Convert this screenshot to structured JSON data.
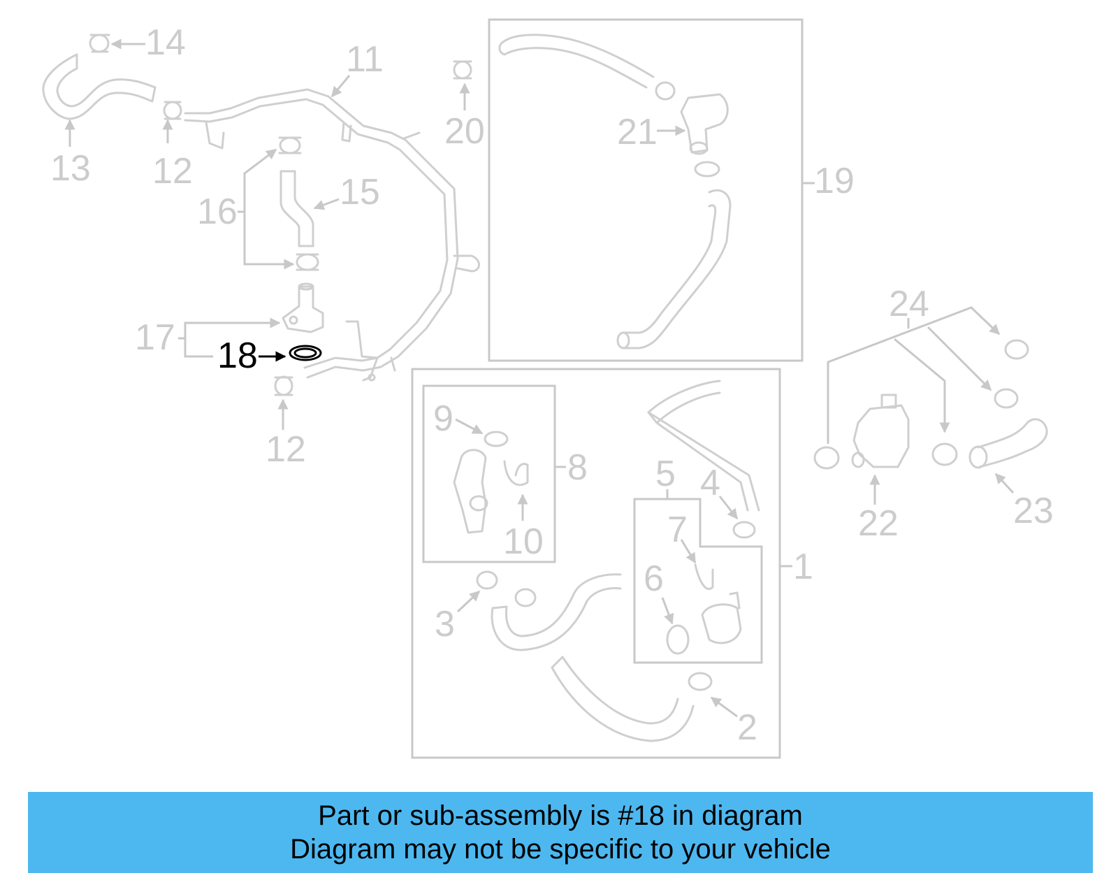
{
  "diagram": {
    "callouts": {
      "c1": "1",
      "c2": "2",
      "c3": "3",
      "c4": "4",
      "c5": "5",
      "c6": "6",
      "c7": "7",
      "c8": "8",
      "c9": "9",
      "c10": "10",
      "c11": "11",
      "c12a": "12",
      "c12b": "12",
      "c13": "13",
      "c14": "14",
      "c15": "15",
      "c16": "16",
      "c17": "17",
      "c18": "18",
      "c19": "19",
      "c20": "20",
      "c21": "21",
      "c22": "22",
      "c23": "23",
      "c24": "24"
    },
    "highlighted_part": "18",
    "colors": {
      "part_line": "#cfcfcf",
      "callout_text": "#cccccc",
      "highlight": "#000000"
    }
  },
  "banner": {
    "line1": "Part or sub-assembly is #18 in diagram",
    "line2": "Diagram may not be specific to your vehicle",
    "background": "#4db8f0"
  }
}
